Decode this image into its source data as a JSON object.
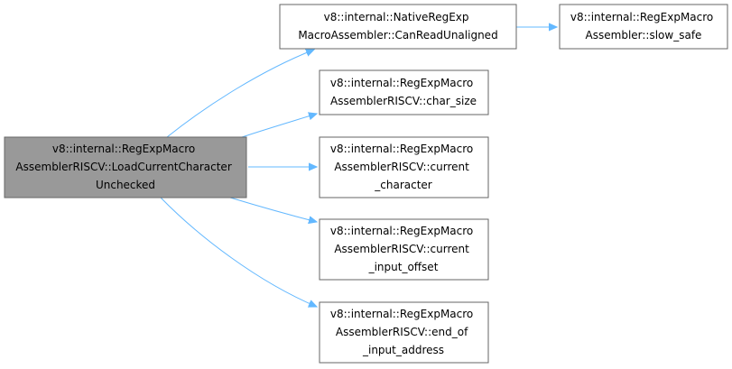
{
  "colors": {
    "root_fill": "#999999",
    "node_fill": "#ffffff",
    "border": "#666666",
    "edge": "#63b8ff"
  },
  "nodes": {
    "root": {
      "lines": [
        "v8::internal::RegExpMacro",
        "AssemblerRISCV::LoadCurrentCharacter",
        "Unchecked"
      ]
    },
    "can_read_unaligned": {
      "lines": [
        "v8::internal::NativeRegExp",
        "MacroAssembler::CanReadUnaligned"
      ]
    },
    "slow_safe": {
      "lines": [
        "v8::internal::RegExpMacro",
        "Assembler::slow_safe"
      ]
    },
    "char_size": {
      "lines": [
        "v8::internal::RegExpMacro",
        "AssemblerRISCV::char_size"
      ]
    },
    "current_character": {
      "lines": [
        "v8::internal::RegExpMacro",
        "AssemblerRISCV::current",
        "_character"
      ]
    },
    "current_input_offset": {
      "lines": [
        "v8::internal::RegExpMacro",
        "AssemblerRISCV::current",
        "_input_offset"
      ]
    },
    "end_of_input_address": {
      "lines": [
        "v8::internal::RegExpMacro",
        "AssemblerRISCV::end_of",
        "_input_address"
      ]
    }
  }
}
